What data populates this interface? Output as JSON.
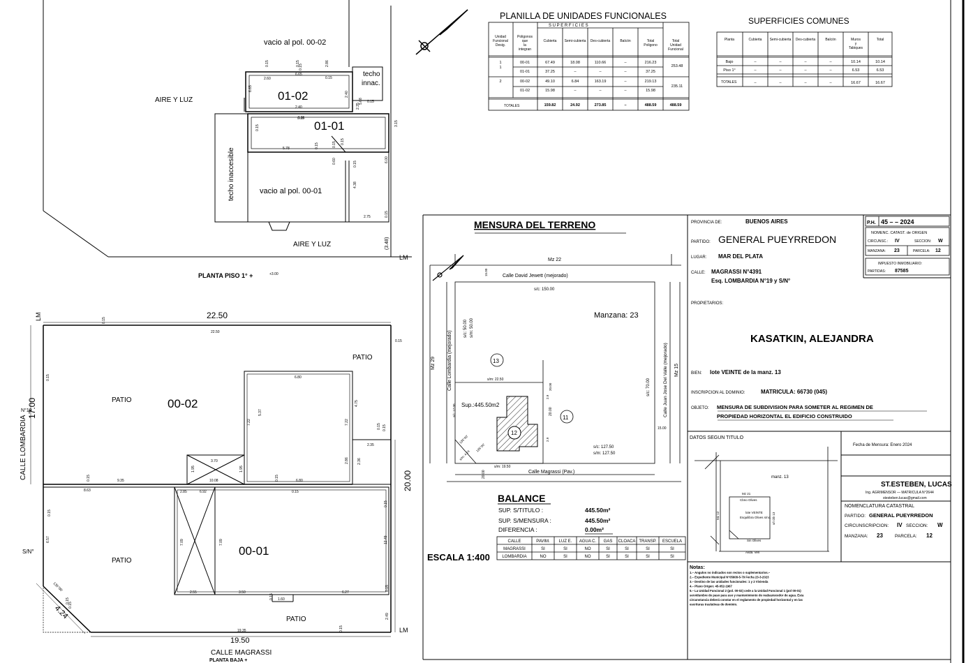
{
  "upper_plan": {
    "label_vacio_0002": "vacio al pol. 00-02",
    "label_techo_innac_1": "techo",
    "label_techo_innac_2": "innac.",
    "label_aire_luz_left": "AIRE Y LUZ",
    "label_0102": "01-02",
    "label_0101": "01-01",
    "label_techo_inaccesible": "techo inaccesible",
    "label_vacio_0001": "vacio al pol. 00-01",
    "label_aire_luz_bottom": "AIRE Y LUZ",
    "label_lm": "LM",
    "label_dim_348": "(3.48)",
    "title": "PLANTA PISO 1° +",
    "title_level": "+3.00",
    "dims": [
      "0.15",
      "2.60",
      "0.15",
      "2.86",
      "0.15",
      "2.40",
      "6.65",
      "0.15",
      "2.40",
      "6.65",
      "1.11",
      "2.35",
      "0.15",
      "5.68",
      "0.15",
      "0.15",
      "5.78",
      "0.15",
      "0.15",
      "0.15",
      "0.60",
      "0.15",
      "6.00",
      "4.38",
      "2.75",
      "0.15",
      "3.15"
    ]
  },
  "planilla": {
    "title": "PLANILLA DE UNIDADES FUNCIONALES",
    "superficies_label": "S U P E R F I C I E S",
    "headers": [
      "Unidad Funcional Desig.",
      "Poligonos que la integran",
      "Cubierta",
      "Semi-cubierta",
      "Des-cubierta",
      "Balcón",
      "Total Poligono",
      "Total Unidad Funcional"
    ],
    "rows": [
      {
        "uf": "1",
        "pol": "00-01",
        "cub": "67.49",
        "semi": "18.08",
        "desc": "110.66",
        "balcon": "–",
        "total": "216.23",
        "uf_total": "253.48"
      },
      {
        "uf": "",
        "pol": "01-01",
        "cub": "37.25",
        "semi": "–",
        "desc": "–",
        "balcon": "–",
        "total": "37.25",
        "uf_total": ""
      },
      {
        "uf": "2",
        "pol": "00-02",
        "cub": "49.10",
        "semi": "6.84",
        "desc": "163.19",
        "balcon": "–",
        "total": "219.13",
        "uf_total": "235.11"
      },
      {
        "uf": "",
        "pol": "01-02",
        "cub": "15.98",
        "semi": "–",
        "desc": "–",
        "balcon": "–",
        "total": "15.98",
        "uf_total": ""
      }
    ],
    "totals_label": "TOTALES",
    "totals": [
      "159.82",
      "24.92",
      "273.85",
      "–",
      "488.59",
      "488.59"
    ]
  },
  "comunes": {
    "title": "SUPERFICIES COMUNES",
    "headers": [
      "Planta",
      "Cubierta",
      "Semi-cubierta",
      "Des-cubierta",
      "Balcón",
      "Muros y Tabiques",
      "Total"
    ],
    "rows": [
      [
        "Bajo",
        "–",
        "–",
        "–",
        "–",
        "10.14",
        "10.14"
      ],
      [
        "Piso 1°",
        "–",
        "–",
        "–",
        "–",
        "6.53",
        "6.53"
      ]
    ],
    "totals_label": "TOTALES",
    "totals": [
      "–",
      "–",
      "–",
      "–",
      "16.67",
      "16.67"
    ]
  },
  "lower_plan": {
    "dim_top": "22.50",
    "dim_top_small": "22.50",
    "label_lm_top": "LM",
    "label_patio_top_right": "PATIO",
    "label_patio_left": "PATIO",
    "label_0002": "00-02",
    "label_n19": "N°19",
    "label_calle_lombardia": "CALLE LOMBARDIA",
    "dim_left": "17.00",
    "label_sn": "S/N°",
    "label_patio_bottom_left": "PATIO",
    "label_0001": "00-01",
    "dim_right": "20.00",
    "label_patio_bottom": "PATIO",
    "dim_diag": "4.24",
    "dim_bottom": "19.50",
    "label_calle_magrassi": "CALLE MAGRASSI",
    "label_lm_bottom": "LM",
    "cut_title": "PLANTA BAJA +",
    "dims": [
      "0.15",
      "0.15",
      "0.15",
      "6.80",
      "5.37",
      "7.22",
      "4.75",
      "7.22",
      "0.15",
      "0.15",
      "2.35",
      "2.86",
      "2.36",
      "3.70",
      "1.95",
      "1.95",
      "0.15",
      "9.35",
      "0.15",
      "6.80",
      "8.63",
      "10.08",
      "2.85",
      "6.92",
      "0.15",
      "0.15",
      "7.09",
      "7.09",
      "12.49",
      "6.57",
      "0.15",
      "2.55",
      "3.50",
      "1.60",
      "0.15",
      "6.27",
      "0.15",
      "2.49",
      "19.35",
      "135°00'",
      "0.15",
      "0.15",
      "0.15"
    ]
  },
  "mensura": {
    "title": "MENSURA DEL TERRENO",
    "mz22": "Mz 22",
    "calle_jewett": "Calle David Jewett (mejorado)",
    "sc_150": "s/c: 150.00",
    "manzana": "Manzana: 23",
    "mz29": "Mz 29",
    "calle_lombardia": "Calle Lombardia (mejorado)",
    "sc_50": "s/c: 50.00",
    "sm_50": "s/m: 50.00",
    "parcel_13": "13",
    "sm_2250": "s/m: 22.50",
    "sup": "Sup.:445.50m2",
    "parcel_12": "12",
    "parcel_11": "11",
    "calle_juan_jose": "Calle Juan Jose Del Valle (mejorado)",
    "mz15": "Mz 15",
    "sc_70": "s/c: 70.00",
    "dim_15": "15.00",
    "dim_20": "20.00",
    "sc_12750": "s/c: 127.50",
    "sm_12750": "s/m: 127.50",
    "sm_1950": "s/m: 19.50",
    "calle_magrassi": "Calle Magrassi (Pav.)",
    "dim_2000": "20.00",
    "dims_small": [
      "15.00",
      "s/c: 17.00",
      "135°00'",
      "s/m: 4.24",
      "135°00'",
      "20.00",
      "2.9",
      "2.9"
    ],
    "balance_title": "BALANCE",
    "sup_titulo_label": "SUP. S/TITULO :",
    "sup_titulo": "445.50m²",
    "sup_mensura_label": "SUP. S/MENSURA :",
    "sup_mensura": "445.50m²",
    "diferencia_label": "DIFERENCIA :",
    "diferencia": "0.00m²",
    "escala": "ESCALA 1:400",
    "services_headers": [
      "CALLE",
      "PAVIM.",
      "LUZ E.",
      "AGUA C.",
      "GAS",
      "CLOACA",
      "TRANSP.",
      "ESCUELA"
    ],
    "services_rows": [
      [
        "MAGRASSI",
        "SI",
        "SI",
        "NO",
        "SI",
        "SI",
        "SI",
        "SI"
      ],
      [
        "LOMBARDIA",
        "NO",
        "SI",
        "NO",
        "SI",
        "SI",
        "SI",
        "SI"
      ]
    ]
  },
  "info": {
    "provincia_label": "PROVINCIA DE:",
    "provincia": "BUENOS AIRES",
    "partido_label": "PARTIDO:",
    "partido": "GENERAL PUEYRREDON",
    "lugar_label": "LUGAR:",
    "lugar": "MAR DEL PLATA",
    "calle_label": "CALLE:",
    "calle": "MAGRASSI N°4391",
    "calle_esq": "Esq. LOMBARDIA N°19 y S/N°",
    "propietarios_label": "PROPIETARIOS:",
    "propietario": "KASATKIN, ALEJANDRA",
    "bien_label": "BIEN:",
    "bien": "lote VEINTE de la manz. 13",
    "inscripcion_label": "INSCRIPCION AL DOMINIO:",
    "inscripcion": "MATRICULA: 66730 (045)",
    "objeto_label": "OBJETO:",
    "objeto_1": "MENSURA DE SUBDIVISION PARA SOMETER AL REGIMEN DE",
    "objeto_2": "PROPIEDAD HORIZONTAL EL EDIFICIO CONSTRUIDO",
    "ph_label": "P.H.",
    "ph_value": "45 –     – 2024",
    "nomenc_title": "NOMENC. CATAST. de ORIGEN",
    "circ_label": "CIRCUNSC.:",
    "circ": "IV",
    "seccion_label": "SECCION:",
    "seccion": "W",
    "manzana_label": "MANZANA:",
    "manzana": "23",
    "parcela_label": "PARCELA:",
    "parcela": "12",
    "impuesto_title": "IMPUESTO INMOBILIARIO:",
    "partida_label": "PARTIDAS:",
    "partida": "87585"
  },
  "titulo": {
    "header": "DATOS SEGUN TITULO",
    "manz": "manz. 13",
    "mz21": "Mz 21",
    "calle_a": "Cbno Olives",
    "lote": "lote VEINTE",
    "calle_b": "Esquilibra Olives s/no.",
    "calle_c": "Sin Olives",
    "calle_d": "Avda. Ven",
    "mz12": "Mz 12",
    "medidas": "s/t Ob 13"
  },
  "fecha": {
    "text": "Fecha de Mensura: Enero 2024"
  },
  "firma": {
    "name": "ST.ESTEBEN, LUCAS",
    "title": "Ing. AGRIMENSOR — MATRICULA N°2644",
    "email": "stesteben.lucas@gmail.com"
  },
  "nomenclatura": {
    "title": "NOMENCLATURA CATASTRAL",
    "partido_label": "PARTIDO:",
    "partido": "GENERAL PUEYRREDON",
    "circ_label": "CIRCUNSCRIPCION:",
    "circ": "IV",
    "seccion_label": "SECCION:",
    "seccion": "W",
    "manzana_label": "MANZANA:",
    "manzana": "23",
    "parcela_label": "PARCELA:",
    "parcela": "12"
  },
  "notas": {
    "title": "Notas:",
    "lines": [
      "1.– Angulos no indicados son rectos o suplementarios.–",
      "2.– Expediente Municipal N°05608-5-79 Fecha 23-3-2023",
      "3.– Destino de las unidades funcionales: 1 y 2 Vivienda",
      "4.– Plano Origen: 45-052-1967",
      "5.– La Unidad Funcional 2 (pol. 00-02) cede a la Unidad Funcional 1 (pol 00-01)",
      "servidumbre de paso para uso y mantenimiento de reabastecedor de agua. Esta",
      "circunstancia deberá constar en el reglamento de propiedad horizontal y en las",
      "escrituras traslativas de dominio."
    ]
  }
}
